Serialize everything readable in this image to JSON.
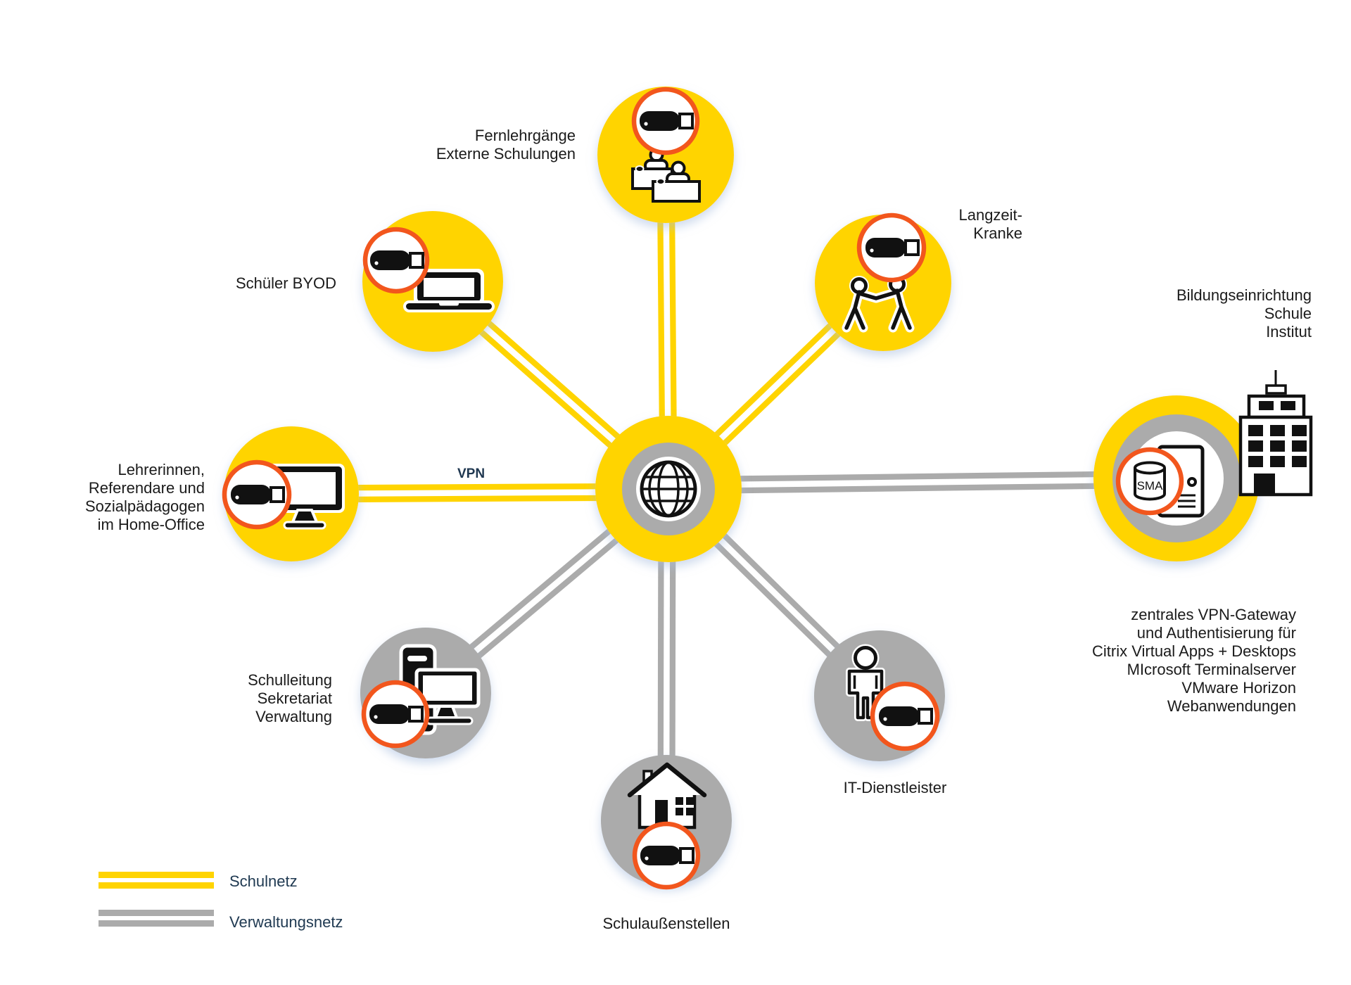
{
  "colors": {
    "schulnetz": "#FFD400",
    "verwaltungsnetz": "#ABABAB",
    "badge_ring": "#F2561D",
    "ink": "#111111"
  },
  "hub": {
    "icon": "globe-internet"
  },
  "connection_label": "VPN",
  "nodes": {
    "fernlehrgaenge": {
      "label": "Fernlehrgänge\nExterne Schulungen",
      "network": "Schulnetz",
      "icon": "training-desks"
    },
    "schueler_byod": {
      "label": "Schüler BYOD",
      "network": "Schulnetz",
      "icon": "laptop"
    },
    "langzeit_kranke": {
      "label": "Langzeit-\nKranke",
      "network": "Schulnetz",
      "icon": "two-people"
    },
    "lehrerinnen": {
      "label": "Lehrerinnen,\nReferendare und\nSozialpädagogen\nim Home-Office",
      "network": "Schulnetz",
      "icon": "monitor"
    },
    "bildungseinrichtung": {
      "label": "Bildungseinrichtung\nSchule\nInstitut",
      "network": "Verwaltungsnetz",
      "icon": "sma-gateway-appliance",
      "sma": "SMA",
      "note": "zentrales VPN-Gateway\nund Authentisierung für\nCitrix Virtual Apps + Desktops\nMIcrosoft Terminalserver\nVMware Horizon\nWebanwendungen"
    },
    "schulleitung": {
      "label": "Schulleitung\nSekretariat\nVerwaltung",
      "network": "Verwaltungsnetz",
      "icon": "desktop-pc"
    },
    "schulaussenstellen": {
      "label": "Schulaußenstellen",
      "network": "Verwaltungsnetz",
      "icon": "house"
    },
    "it_dienstleister": {
      "label": "IT-Dienstleister",
      "network": "Verwaltungsnetz",
      "icon": "person"
    }
  },
  "legend": {
    "items": [
      {
        "label": "Schulnetz",
        "color": "#FFD400"
      },
      {
        "label": "Verwaltungsnetz",
        "color": "#ABABAB"
      }
    ]
  }
}
